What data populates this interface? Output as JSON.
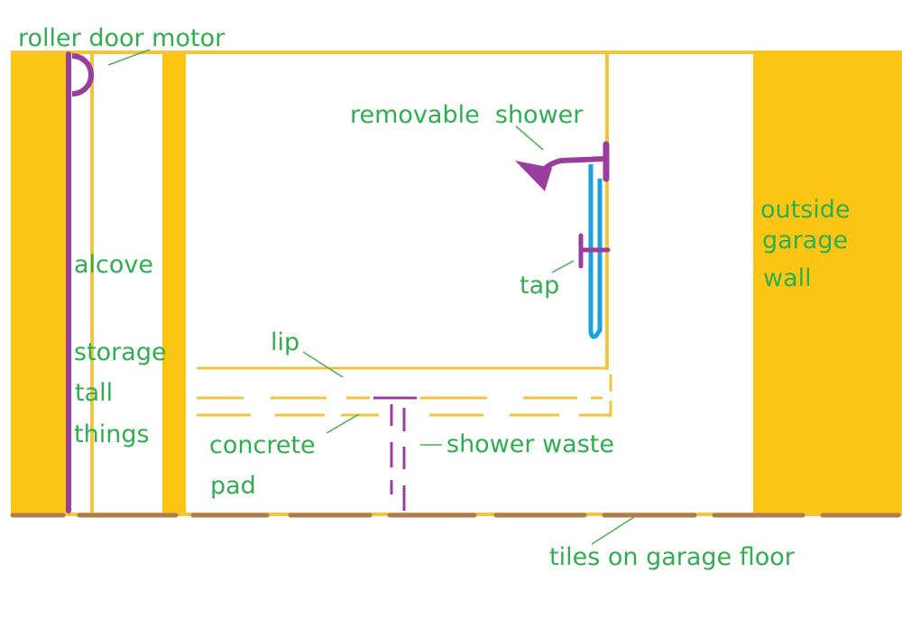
{
  "labels": {
    "roller_door_motor": "roller door motor",
    "removable_shower": "removable  shower",
    "outside": "outside",
    "garage": "garage",
    "wall": "wall",
    "alcove": "alcove",
    "storage": "storage",
    "tall": "tall",
    "things": "things",
    "tap": "tap",
    "lip": "lip",
    "concrete": "concrete",
    "pad": "pad",
    "shower_waste": "shower waste",
    "tiles_on_garage_floor": "tiles on garage floor"
  },
  "colors": {
    "wall_fill": "#fcc514",
    "outline": "#f2c53a",
    "label_text": "#2fae4f",
    "fixture_purple": "#9b3d9e",
    "pipe_blue": "#1aa1e0",
    "tile_brown": "#b07c4e",
    "leader_green": "#4caf50"
  }
}
